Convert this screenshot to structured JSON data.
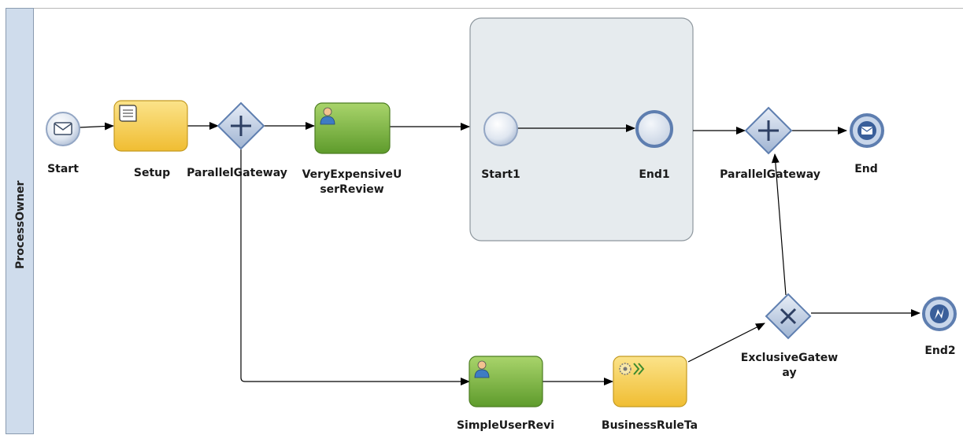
{
  "lane": {
    "title": "ProcessOwner"
  },
  "nodes": {
    "start": "Start",
    "setup": "Setup",
    "parallel_gateway_1": "ParallelGateway",
    "very_expensive_review": "VeryExpensiveU\nserReview",
    "sub_start": "Start1",
    "sub_end": "End1",
    "parallel_gateway_2": "ParallelGateway",
    "end": "End",
    "simple_user_review": "SimpleUserRevi",
    "business_rule_task": "BusinessRuleTa",
    "exclusive_gateway": "ExclusiveGatew\nay",
    "end2": "End2"
  },
  "colors": {
    "lane_header": "#cfdcec",
    "user_task_green": "#7cb342",
    "script_task_yellow": "#f5c842",
    "event_blue": "#6f8fbf",
    "subprocess_fill": "#e6ebee"
  },
  "icons": {
    "start": "envelope-icon",
    "setup": "script-scroll-icon",
    "parallel_gateway": "plus-icon",
    "user_task": "user-icon",
    "business_rule": "gears-icon",
    "exclusive_gateway": "x-icon",
    "end": "envelope-icon",
    "end2": "lightning-icon"
  }
}
